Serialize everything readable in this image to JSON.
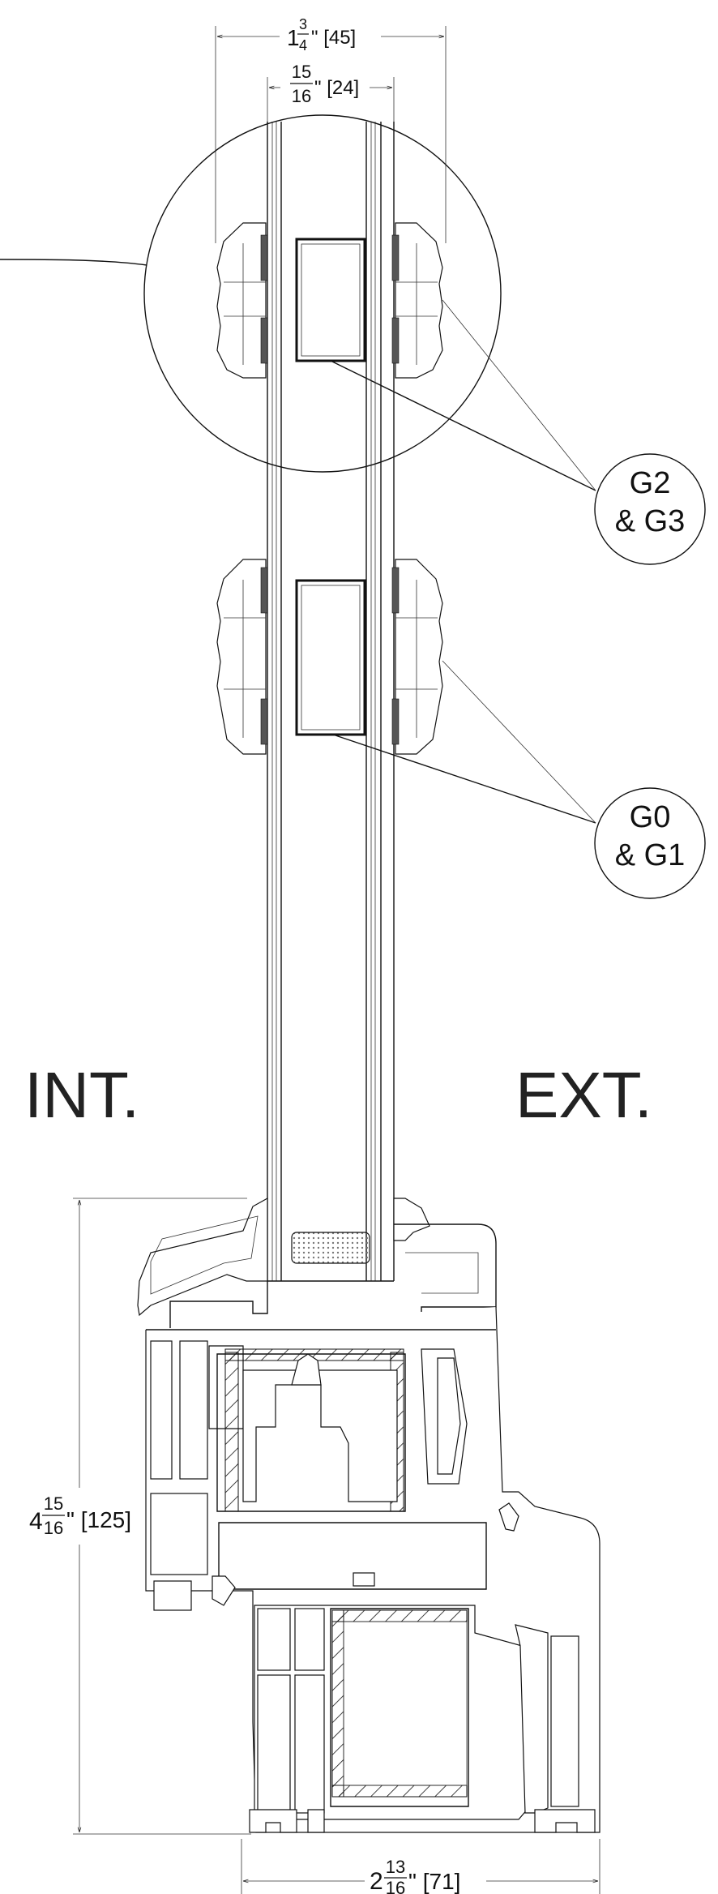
{
  "dimensions": {
    "top_overall": {
      "whole": "1",
      "num": "3",
      "den": "4",
      "rest": "\" [45]"
    },
    "top_glass": {
      "whole": "",
      "num": "15",
      "den": "16",
      "rest": "\" [24]"
    },
    "left_height": {
      "whole": "4",
      "num": "15",
      "den": "16",
      "rest": "\" [125]"
    },
    "bottom_width": {
      "whole": "2",
      "num": "13",
      "den": "16",
      "rest": "\" [71]"
    }
  },
  "callouts": [
    {
      "line1": "G2",
      "line2": "& G3"
    },
    {
      "line1": "G0",
      "line2": "& G1"
    }
  ],
  "side_labels": {
    "interior": "INT.",
    "exterior": "EXT."
  }
}
